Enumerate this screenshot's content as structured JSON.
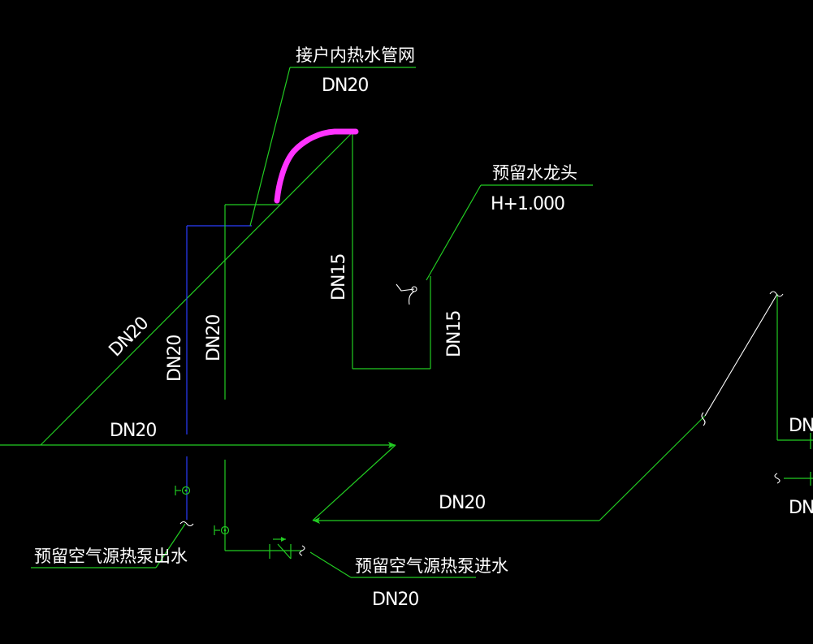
{
  "labels": {
    "top_network": "接户内热水管网",
    "top_network_size": "DN20",
    "faucet_title": "预留水龙头",
    "faucet_height": "H+1.000",
    "diag_pipe": "DN20",
    "blue_riser": "DN20",
    "green_riser": "DN20",
    "drop_left": "DN15",
    "drop_right": "DN15",
    "main_horizontal": "DN20",
    "return_horizontal": "DN20",
    "outlet_label": "预留空气源热泵出水",
    "inlet_label": "预留空气源热泵进水",
    "inlet_size": "DN20",
    "edge_top": "DN2",
    "edge_bottom": "DN2"
  },
  "colors": {
    "background": "#000000",
    "pipe_green": "#22cc22",
    "pipe_blue": "#2a3cff",
    "text": "#ffffff",
    "highlight": "#ff33ff"
  }
}
